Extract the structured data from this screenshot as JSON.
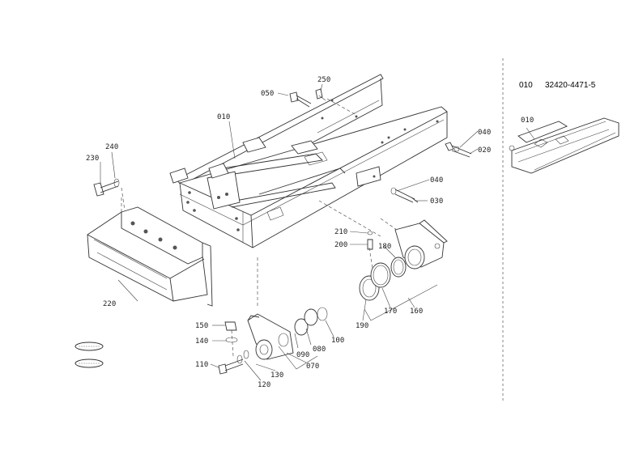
{
  "header": {
    "code": "010",
    "part_number": "32420-4471-5"
  },
  "inset": {
    "callout": "010"
  },
  "callouts": {
    "c010": "010",
    "c050": "050",
    "c250": "250",
    "c040a": "040",
    "c020": "020",
    "c040b": "040",
    "c030": "030",
    "c230": "230",
    "c240": "240",
    "c210": "210",
    "c200": "200",
    "c180": "180",
    "c220": "220",
    "c190": "190",
    "c170": "170",
    "c160": "160",
    "c150": "150",
    "c140": "140",
    "c110": "110",
    "c090": "090",
    "c080": "080",
    "c100": "100",
    "c070": "070",
    "c130": "130",
    "c120": "120"
  },
  "stamps": [
    "",
    ""
  ]
}
